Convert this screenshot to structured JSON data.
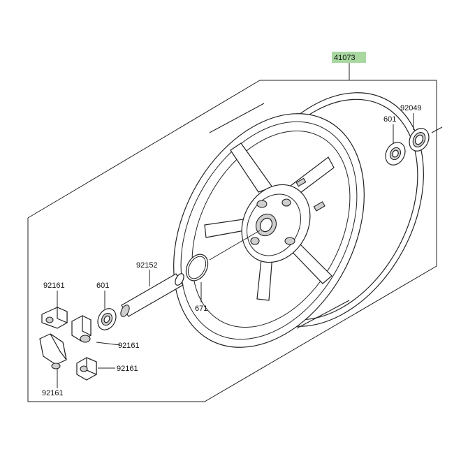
{
  "labels": {
    "assembly": "41073",
    "seal_right": "92049",
    "bearing_right": "601",
    "collar": "92152",
    "bearing_left": "601",
    "oring": "671",
    "damper_top": "92161",
    "damper_mid": "92161",
    "damper_low": "92161",
    "damper_bottom": "92161"
  },
  "colors": {
    "highlight": "#a8d8a0",
    "line": "#222222"
  }
}
